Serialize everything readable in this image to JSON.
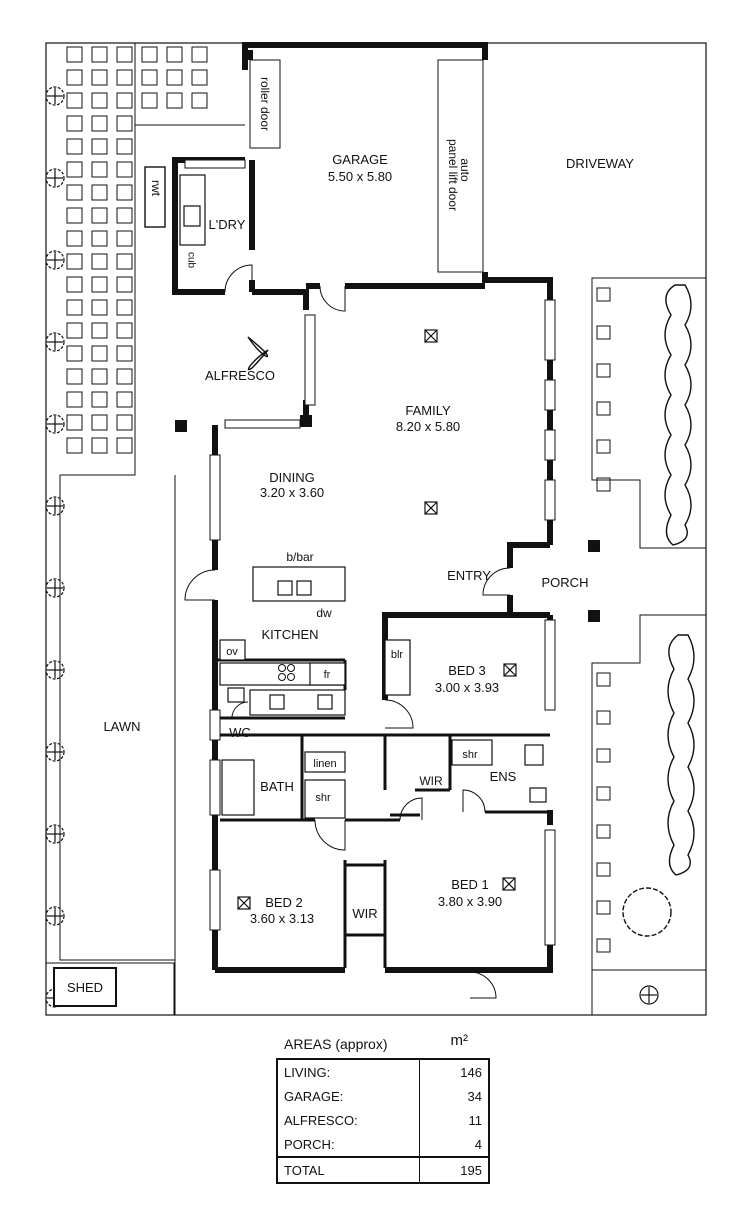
{
  "rooms": {
    "garage": {
      "name": "GARAGE",
      "dims": "5.50 x 5.80"
    },
    "roller_door": "roller door",
    "auto_door_l1": "auto",
    "auto_door_l2": "panel lift door",
    "driveway": "DRIVEWAY",
    "rwt": "rwt",
    "laundry": "L'DRY",
    "cub": "cub",
    "alfresco": "ALFRESCO",
    "family": {
      "name": "FAMILY",
      "dims": "8.20 x 5.80"
    },
    "dining": {
      "name": "DINING",
      "dims": "3.20 x 3.60"
    },
    "bbar": "b/bar",
    "dw": "dw",
    "kitchen": "KITCHEN",
    "ov": "ov",
    "fr": "fr",
    "entry": "ENTRY",
    "porch": "PORCH",
    "blr": "blr",
    "bed3": {
      "name": "BED 3",
      "dims": "3.00 x 3.93"
    },
    "wc": "WC",
    "linen": "linen",
    "bath": "BATH",
    "shr_bath": "shr",
    "wir_ens": "WIR",
    "shr_ens": "shr",
    "ens": "ENS",
    "lawn": "LAWN",
    "bed2": {
      "name": "BED 2",
      "dims": "3.60 x 3.13"
    },
    "wir": "WIR",
    "bed1": {
      "name": "BED 1",
      "dims": "3.80 x 3.90"
    },
    "shed": "SHED"
  },
  "areas": {
    "title": "AREAS (approx)",
    "unit": "m²",
    "rows": [
      {
        "label": "LIVING:",
        "value": "146"
      },
      {
        "label": "GARAGE:",
        "value": "34"
      },
      {
        "label": "ALFRESCO:",
        "value": "11"
      },
      {
        "label": "PORCH:",
        "value": "4"
      }
    ],
    "total": {
      "label": "TOTAL",
      "value": "195"
    }
  }
}
